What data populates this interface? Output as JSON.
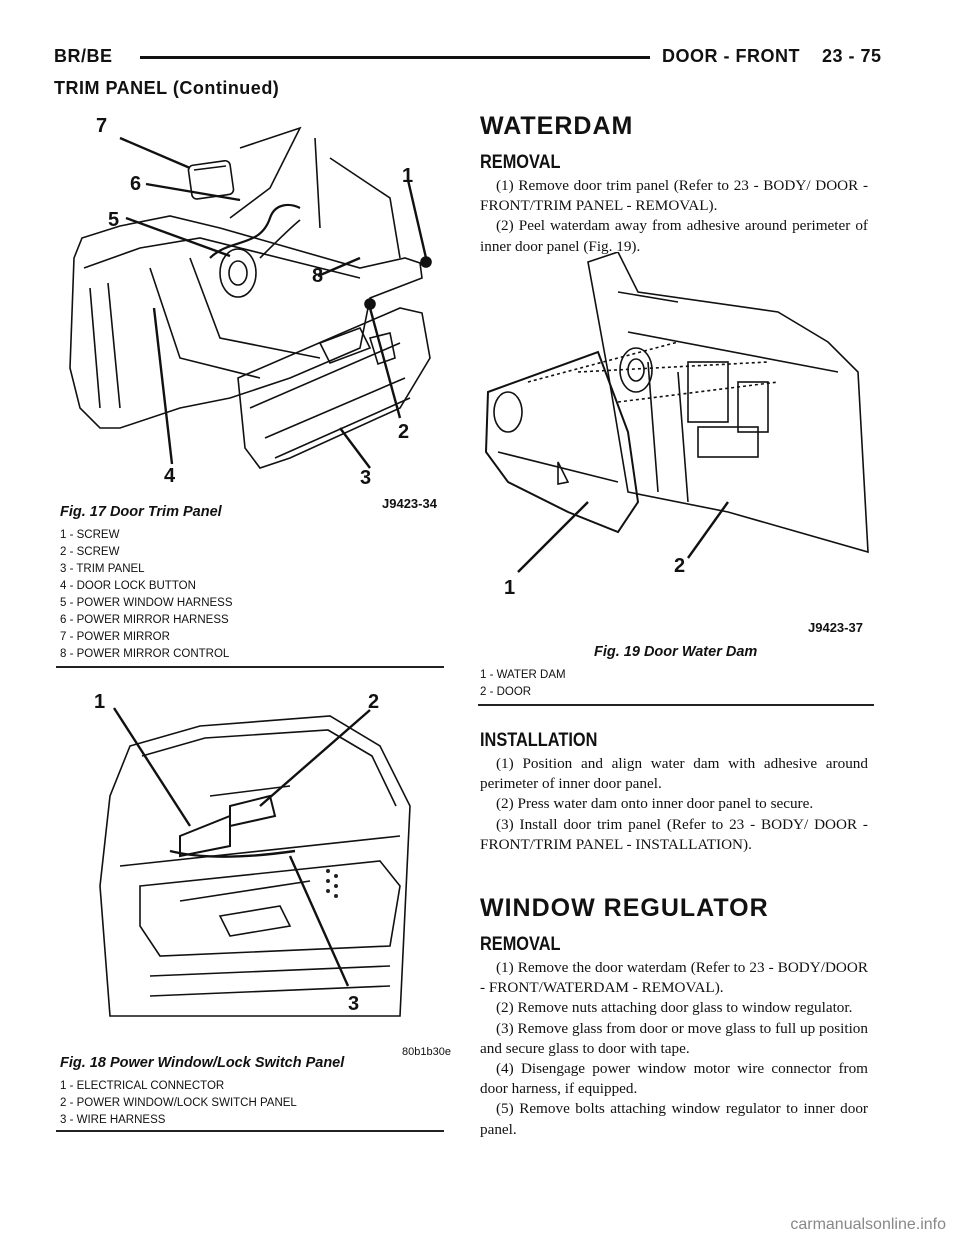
{
  "header": {
    "left": "BR/BE",
    "right": "DOOR - FRONT    23 - 75",
    "continued": "TRIM PANEL (Continued)"
  },
  "fig17": {
    "caption": "Fig. 17 Door Trim Panel",
    "code": "J9423-34",
    "callouts": [
      "7",
      "6",
      "5",
      "1",
      "8",
      "2",
      "4",
      "3"
    ],
    "legend": [
      "1 - SCREW",
      "2 - SCREW",
      "3 - TRIM PANEL",
      "4 - DOOR LOCK BUTTON",
      "5 - POWER WINDOW HARNESS",
      "6 - POWER MIRROR HARNESS",
      "7 - POWER MIRROR",
      "8 - POWER MIRROR CONTROL"
    ]
  },
  "fig18": {
    "caption": "Fig. 18 Power Window/Lock Switch Panel",
    "code": "80b1b30e",
    "callouts": [
      "1",
      "2",
      "3"
    ],
    "legend": [
      "1 - ELECTRICAL CONNECTOR",
      "2 - POWER WINDOW/LOCK SWITCH PANEL",
      "3 - WIRE HARNESS"
    ]
  },
  "fig19": {
    "caption": "Fig. 19 Door Water Dam",
    "code": "J9423-37",
    "callouts": [
      "1",
      "2"
    ],
    "legend": [
      "1 - WATER DAM",
      "2 - DOOR"
    ]
  },
  "waterdam": {
    "title": "WATERDAM",
    "removal_title": "REMOVAL",
    "removal_steps": [
      "(1) Remove door trim panel (Refer to 23 - BODY/ DOOR - FRONT/TRIM PANEL - REMOVAL).",
      "(2) Peel waterdam away from adhesive around perimeter of inner door panel (Fig. 19)."
    ],
    "installation_title": "INSTALLATION",
    "installation_steps": [
      "(1) Position and align water dam with adhesive around perimeter of inner door panel.",
      "(2) Press water dam onto inner door panel to secure.",
      "(3) Install door trim panel (Refer to 23 - BODY/ DOOR - FRONT/TRIM PANEL - INSTALLATION)."
    ]
  },
  "window_regulator": {
    "title": "WINDOW REGULATOR",
    "removal_title": "REMOVAL",
    "removal_steps": [
      "(1) Remove the door waterdam (Refer to 23 - BODY/DOOR - FRONT/WATERDAM - REMOVAL).",
      "(2) Remove nuts attaching door glass to window regulator.",
      "(3) Remove glass from door or move glass to full up position and secure glass to door with tape.",
      "(4) Disengage power window motor wire connector from door harness, if equipped.",
      "(5) Remove bolts attaching window regulator to inner door panel."
    ]
  },
  "watermark": "carmanualsonline.info"
}
